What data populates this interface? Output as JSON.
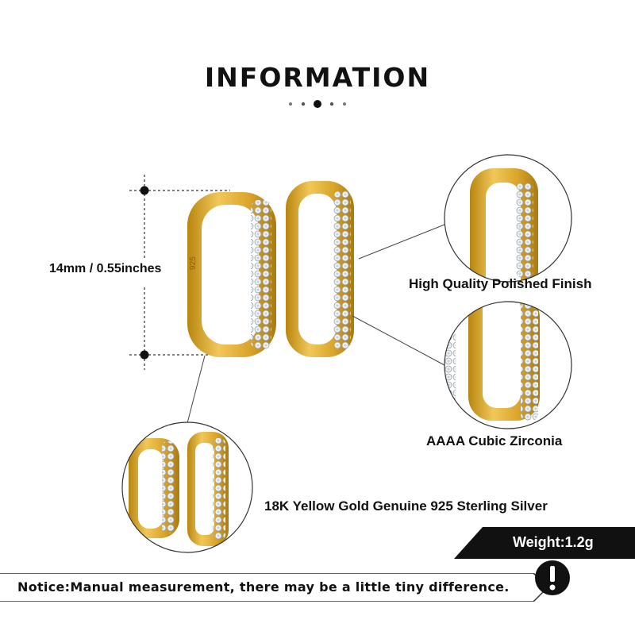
{
  "header": {
    "title": "INFORMATION"
  },
  "measurement": {
    "size_label": "14mm / 0.55inches"
  },
  "features": {
    "finish": "High Quality Polished Finish",
    "stones": "AAAA Cubic Zirconia",
    "material": "18K Yellow Gold Genuine 925 Sterling Silver"
  },
  "weight": {
    "label": "Weight:1.2g"
  },
  "notice": {
    "text": "Notice:Manual measurement, there may be a little tiny difference."
  },
  "stamp": "925",
  "colors": {
    "gold": "#d9a52a",
    "gold_dark": "#a87a12",
    "black": "#111111"
  }
}
